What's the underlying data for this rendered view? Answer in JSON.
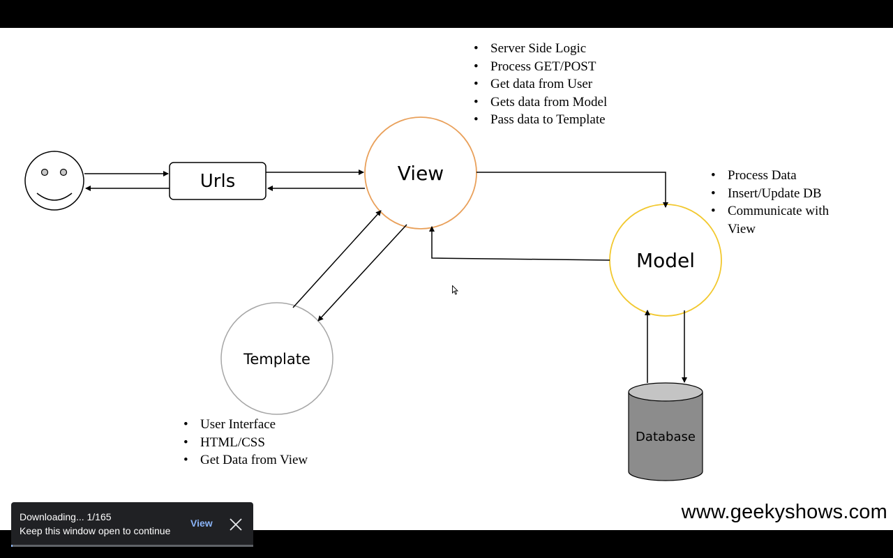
{
  "diagram": {
    "nodes": {
      "urls": "Urls",
      "view": "View",
      "model": "Model",
      "template": "Template",
      "database": "Database"
    },
    "view_notes": [
      "Server Side Logic",
      "Process GET/POST",
      "Get data from User",
      "Gets data from Model",
      "Pass data to Template"
    ],
    "model_notes": [
      "Process Data",
      "Insert/Update DB",
      "Communicate with View"
    ],
    "template_notes": [
      "User Interface",
      "HTML/CSS",
      "Get Data from View"
    ],
    "colors": {
      "view_border": "#e9a05a",
      "model_border": "#f2c82e",
      "template_border": "#a6a6a6",
      "database_fill": "#8c8c8c"
    }
  },
  "watermark": "www.geekyshows.com",
  "toast": {
    "title": "Downloading... 1/165",
    "message": "Keep this window open to continue",
    "view_label": "View",
    "close_icon": "close-icon",
    "progress_fraction": 0.0061,
    "accent": "#8ab4f8",
    "background": "#202124"
  }
}
